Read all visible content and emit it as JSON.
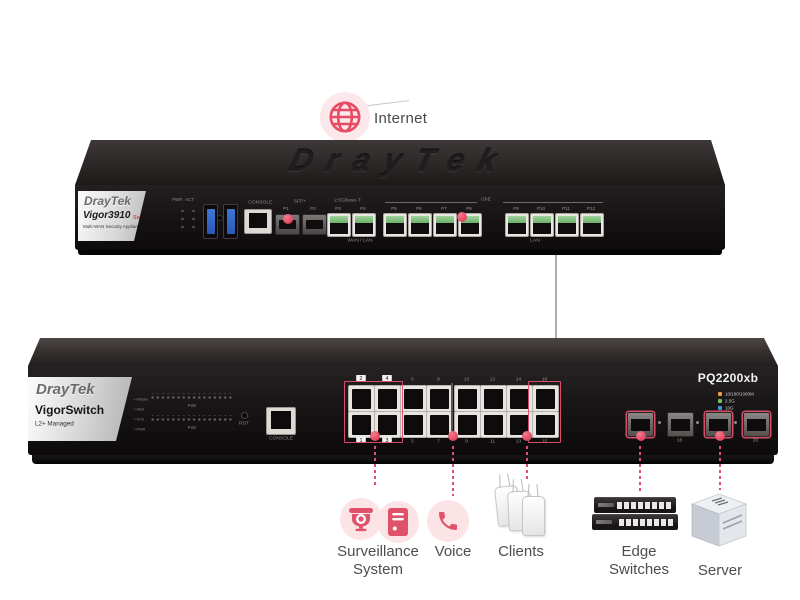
{
  "internet": {
    "label": "Internet"
  },
  "router": {
    "top_brand": "DrayTek",
    "plate": {
      "brand": "DrayTek",
      "model": "Vigor3910",
      "series": "Series",
      "tagline": "Multi-WAN Security Appliance"
    },
    "led_headers": [
      "PWR",
      "ACT"
    ],
    "console_label": "CONSOLE",
    "sfp_label": "SFP+",
    "sfp_ports": [
      "P1",
      "P2"
    ],
    "group_25g_label": "2.5GBase-T",
    "group_gbe_label": "GbE",
    "rj45_ports": [
      "P3",
      "P4",
      "P5",
      "P6",
      "P7",
      "P8",
      "P9",
      "P10",
      "P11",
      "P12"
    ],
    "wan_lan_label": "WAN / LAN",
    "lan_label": "LAN"
  },
  "switch": {
    "model_number": "PQ2200xb",
    "plate": {
      "brand": "DrayTek",
      "model": "VigorSwitch",
      "sub": "L2+ Managed"
    },
    "led_side_labels": [
      "Master",
      "Alert",
      "SYS",
      "PWR"
    ],
    "poe_label": "PoE",
    "rst_label": "RST",
    "console_label": "CONSOLE",
    "ports_top": [
      "2",
      "4",
      "6",
      "8",
      "10",
      "12",
      "14",
      "16"
    ],
    "ports_bottom": [
      "1",
      "3",
      "5",
      "7",
      "9",
      "11",
      "13",
      "15"
    ],
    "sfp_port_labels": [
      "18",
      "20"
    ],
    "legend": [
      {
        "label": "10/100/1000M",
        "color": "#e89c3c"
      },
      {
        "label": "2.5G",
        "color": "#7cbf5a"
      },
      {
        "label": "10G",
        "color": "#4a90d9"
      }
    ]
  },
  "endpoints": {
    "surveillance": {
      "line1": "Surveillance",
      "line2": "System"
    },
    "voice": {
      "label": "Voice"
    },
    "clients": {
      "label": "Clients"
    },
    "edge_switches": {
      "line1": "Edge",
      "line2": "Switches"
    },
    "server": {
      "label": "Server"
    }
  },
  "icons": {
    "internet": "globe-icon",
    "surveillance": [
      "dome-camera-icon",
      "nvr-tower-icon"
    ],
    "voice": "phone-handset-icon",
    "clients": "wireless-ap-icon",
    "edge_switches": "rack-switch-icon",
    "server": "server-cube-icon"
  },
  "colors": {
    "accent": "#e0506b",
    "halo": "#fce7ea",
    "link_line": "#aeaeae"
  }
}
